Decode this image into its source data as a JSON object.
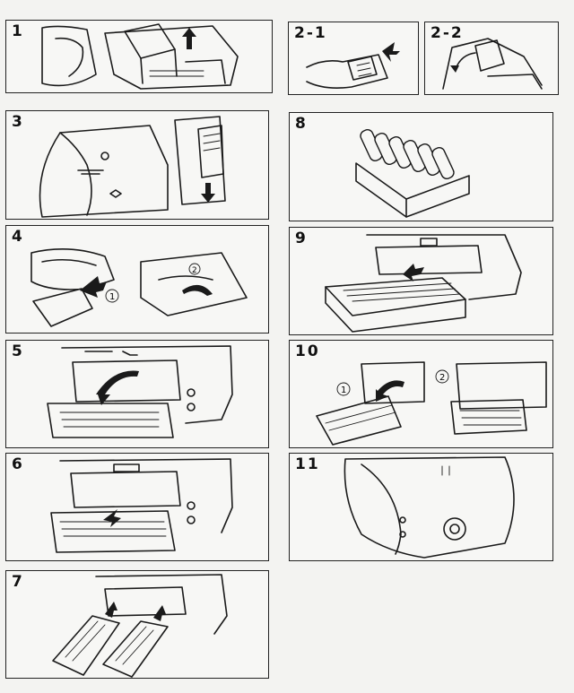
{
  "steps": [
    {
      "id": "1",
      "label": "1"
    },
    {
      "id": "2-1",
      "label": "2-1"
    },
    {
      "id": "2-2",
      "label": "2-2"
    },
    {
      "id": "3",
      "label": "3"
    },
    {
      "id": "4",
      "label": "4"
    },
    {
      "id": "5",
      "label": "5"
    },
    {
      "id": "6",
      "label": "6"
    },
    {
      "id": "7",
      "label": "7"
    },
    {
      "id": "8",
      "label": "8"
    },
    {
      "id": "9",
      "label": "9"
    },
    {
      "id": "10",
      "label": "10"
    },
    {
      "id": "11",
      "label": "11"
    }
  ],
  "callouts": {
    "step4_a": "1",
    "step4_b": "2",
    "step10_a": "1",
    "step10_b": "2"
  },
  "colors": {
    "paper": "#f3f3f1",
    "ink": "#1a1a1a"
  }
}
